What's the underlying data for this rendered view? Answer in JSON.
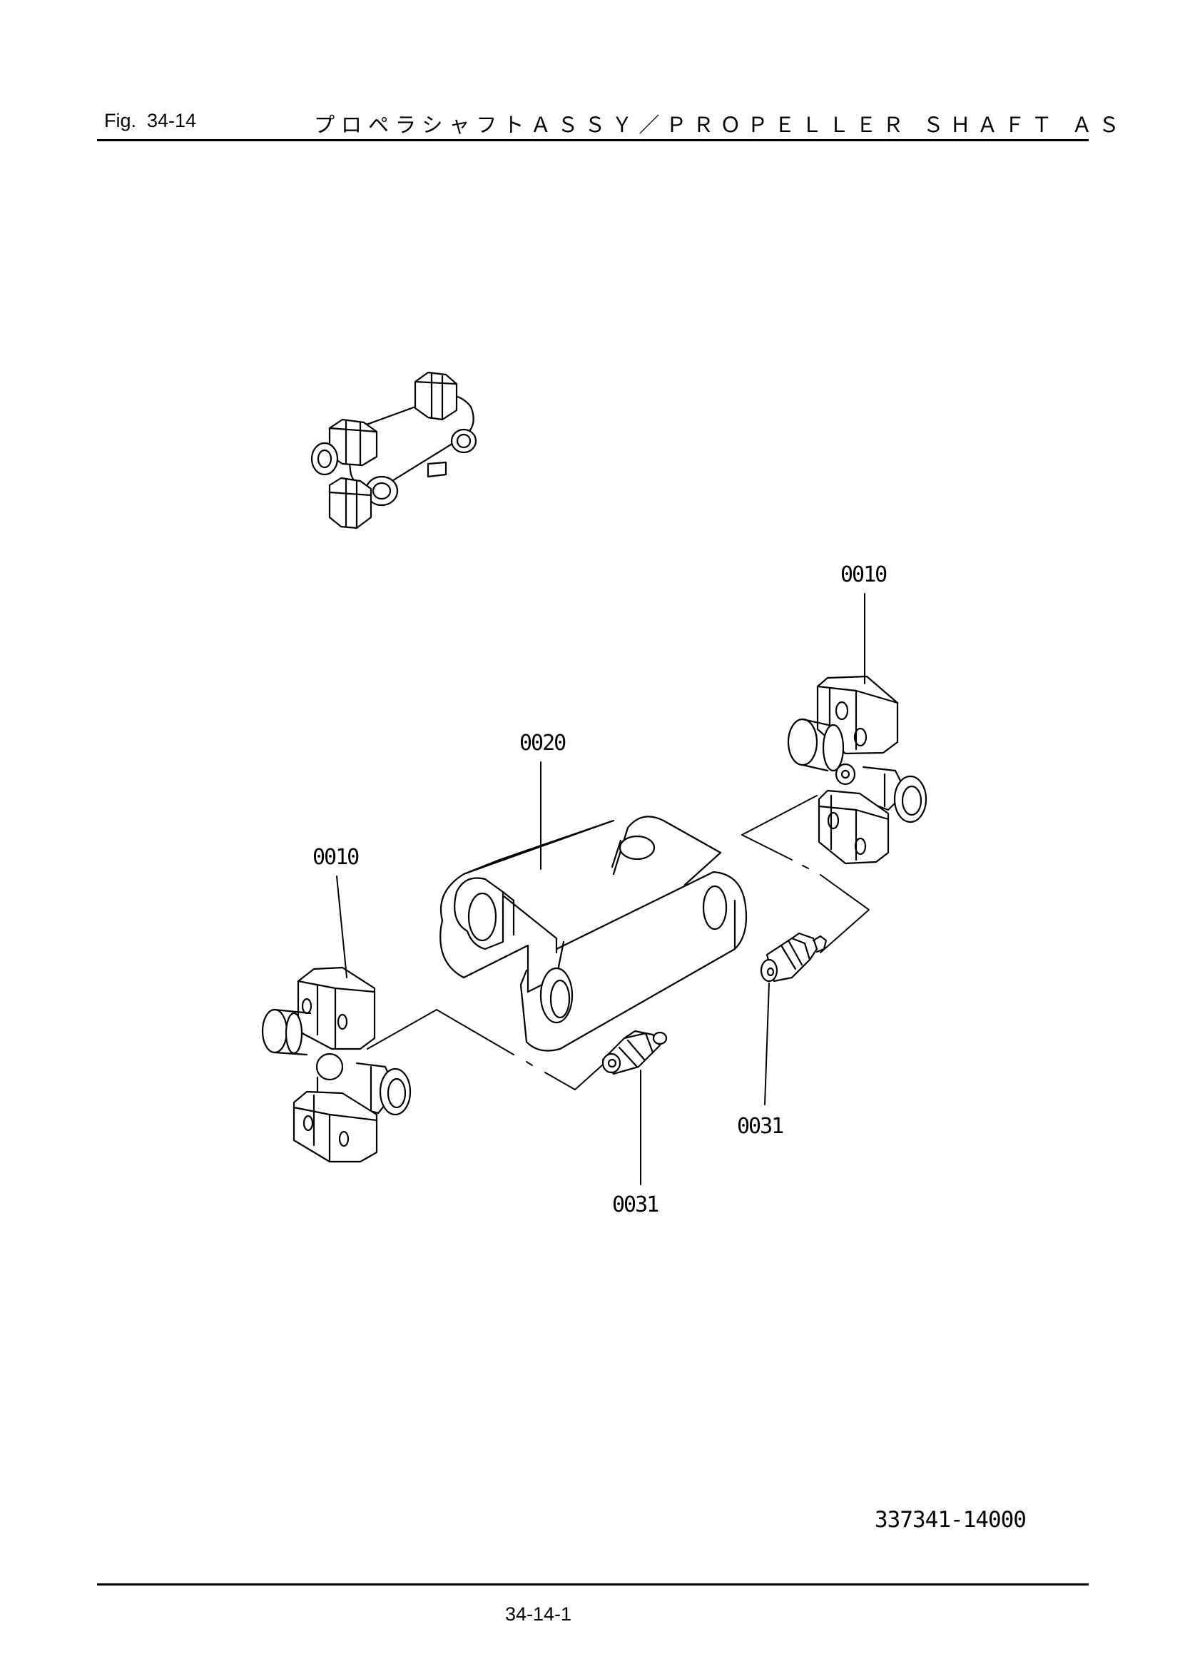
{
  "header": {
    "figure_number": "Fig.  34-14",
    "title": "プロペラシャフトＡＳＳＹ／ＰＲＯＰＥＬＬＥＲ ＳＨＡＦＴ ＡＳ"
  },
  "callouts": [
    {
      "id": "upper_right_joint",
      "label": "0010"
    },
    {
      "id": "center_yoke",
      "label": "0020"
    },
    {
      "id": "left_joint",
      "label": "0010"
    },
    {
      "id": "right_fitting",
      "label": "0031"
    },
    {
      "id": "lower_fitting",
      "label": "0031"
    }
  ],
  "footer": {
    "drawing_number": "337341-14000",
    "page_number": "34-14-1"
  }
}
